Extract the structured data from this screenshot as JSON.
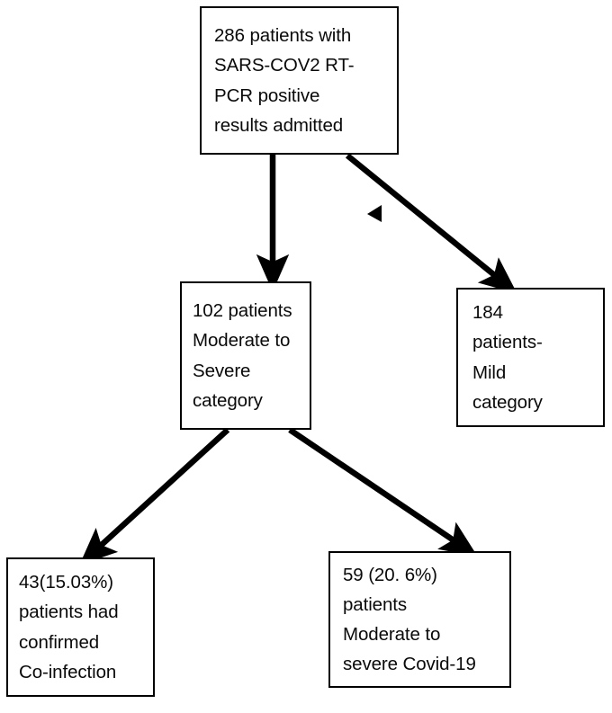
{
  "diagram": {
    "title": "COVID-19 patient categorisation flowchart",
    "line_color": "#000000",
    "box_fill": "#ffffff",
    "text_color": "#0a0a0a"
  },
  "nodes": {
    "total": {
      "name": "total-admitted-box",
      "lines": [
        "286 patients with",
        "SARS-COV2 RT-",
        "PCR positive",
        "results admitted"
      ],
      "count": 286
    },
    "moderate_severe": {
      "name": "moderate-severe-box",
      "lines": [
        "102 patients",
        "Moderate to",
        "Severe",
        "category"
      ],
      "count": 102
    },
    "mild": {
      "name": "mild-box",
      "lines": [
        "184",
        "patients-",
        "Mild",
        "category"
      ],
      "count": 184
    },
    "coinfection": {
      "name": "coinfection-box",
      "lines": [
        "43(15.03%)",
        "patients had",
        "confirmed",
        "Co-infection"
      ],
      "count": 43,
      "percent": "15.03%"
    },
    "severe_covid": {
      "name": "severe-covid-box",
      "lines": [
        "59 (20. 6%)",
        "patients",
        "Moderate to",
        "severe Covid-19"
      ],
      "count": 59,
      "percent": "20. 6%"
    }
  },
  "connectors": [
    {
      "id": "total-to-moderate",
      "from": "total",
      "to": "moderate_severe",
      "style": "straight-vertical-arrow"
    },
    {
      "id": "total-to-mild",
      "from": "total",
      "to": "mild",
      "style": "diagonal-arrow"
    },
    {
      "id": "moderate-to-coinfection",
      "from": "moderate_severe",
      "to": "coinfection",
      "style": "diagonal-arrow"
    },
    {
      "id": "moderate-to-severe-covid",
      "from": "moderate_severe",
      "to": "severe_covid",
      "style": "diagonal-arrow"
    }
  ],
  "artifacts": [
    {
      "id": "stray-arrowhead",
      "shape": "left-pointing-triangle"
    }
  ]
}
